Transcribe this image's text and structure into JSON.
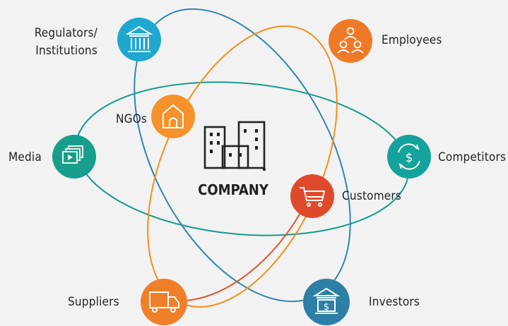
{
  "center": {
    "label": "COMPANY",
    "icon": "buildings-icon"
  },
  "stakeholders": {
    "regulators": {
      "line1": "Regulators/",
      "line2": "Institutions",
      "icon": "government-building-icon",
      "color": "#1fa8cf"
    },
    "employees": {
      "label": "Employees",
      "icon": "people-group-icon",
      "color": "#ee7a28"
    },
    "ngos": {
      "label": "NGOs",
      "icon": "house-icon",
      "color": "#f5922b"
    },
    "media": {
      "label": "Media",
      "icon": "media-player-icon",
      "color": "#179f8c"
    },
    "competitors": {
      "label": "Competitors",
      "icon": "currency-exchange-icon",
      "color": "#14a39a"
    },
    "customers": {
      "label": "Customers",
      "icon": "shopping-cart-icon",
      "color": "#e04a2c"
    },
    "suppliers": {
      "label": "Suppliers",
      "icon": "delivery-truck-icon",
      "color": "#f07f2a"
    },
    "investors": {
      "label": "Investors",
      "icon": "bank-dollar-icon",
      "color": "#2d7fa5"
    }
  },
  "orbits": {
    "blue": "#2f86b0",
    "teal": "#169a8a",
    "orange": "#f0901e",
    "red_orange": "#e2552a"
  }
}
